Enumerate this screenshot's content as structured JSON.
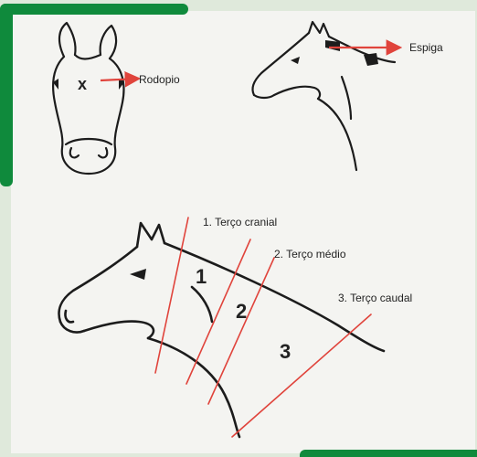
{
  "labels": {
    "rodopio": "Rodopio",
    "espiga": "Espiga",
    "terco_cranial": "1. Terço cranial",
    "terco_medio": "2. Terço médio",
    "terco_caudal": "3. Terço caudal"
  },
  "markers": {
    "front_x": "x",
    "region_1": "1",
    "region_2": "2",
    "region_3": "3"
  },
  "colors": {
    "accent_green": "#0f8a3c",
    "line_red": "#e0443c",
    "outline": "#1c1c1c"
  }
}
